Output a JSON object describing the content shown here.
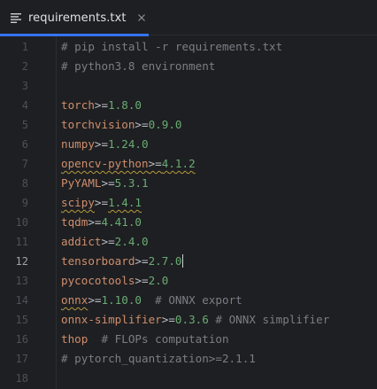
{
  "tab": {
    "title": "requirements.txt",
    "icon": "text-file-icon",
    "close_icon": "close-icon"
  },
  "colors": {
    "background": "#1e1f22",
    "accent": "#3574f0",
    "comment": "#7a7e85",
    "package": "#cf8e6d",
    "version": "#6aab73",
    "operator": "#bcbec4",
    "warning_underline": "#b59a3e"
  },
  "editor": {
    "current_line": 12,
    "lines": [
      {
        "n": "1",
        "tokens": [
          {
            "t": "comment",
            "v": "# pip install -r requirements.txt"
          }
        ]
      },
      {
        "n": "2",
        "tokens": [
          {
            "t": "comment",
            "v": "# python3.8 environment"
          }
        ]
      },
      {
        "n": "3",
        "tokens": []
      },
      {
        "n": "4",
        "tokens": [
          {
            "t": "pkg",
            "v": "torch"
          },
          {
            "t": "op",
            "v": ">="
          },
          {
            "t": "ver",
            "v": "1.8.0"
          }
        ]
      },
      {
        "n": "5",
        "tokens": [
          {
            "t": "pkg",
            "v": "torchvision"
          },
          {
            "t": "op",
            "v": ">="
          },
          {
            "t": "ver",
            "v": "0.9.0"
          }
        ]
      },
      {
        "n": "6",
        "tokens": [
          {
            "t": "pkg",
            "v": "numpy"
          },
          {
            "t": "op",
            "v": ">="
          },
          {
            "t": "ver",
            "v": "1.24.0"
          }
        ]
      },
      {
        "n": "7",
        "tokens": [
          {
            "t": "pkg",
            "v": "opencv-python",
            "warn": true
          },
          {
            "t": "op",
            "v": ">=",
            "warn": true
          },
          {
            "t": "ver",
            "v": "4.1.2",
            "warn": true
          }
        ]
      },
      {
        "n": "8",
        "tokens": [
          {
            "t": "pkg",
            "v": "PyYAML"
          },
          {
            "t": "op",
            "v": ">="
          },
          {
            "t": "ver",
            "v": "5.3.1"
          }
        ]
      },
      {
        "n": "9",
        "tokens": [
          {
            "t": "pkg",
            "v": "scipy",
            "warn": true
          },
          {
            "t": "op",
            "v": ">="
          },
          {
            "t": "ver",
            "v": "1.4.1",
            "warn": true
          }
        ]
      },
      {
        "n": "10",
        "tokens": [
          {
            "t": "pkg",
            "v": "tqdm"
          },
          {
            "t": "op",
            "v": ">="
          },
          {
            "t": "ver",
            "v": "4.41.0"
          }
        ]
      },
      {
        "n": "11",
        "tokens": [
          {
            "t": "pkg",
            "v": "addict"
          },
          {
            "t": "op",
            "v": ">="
          },
          {
            "t": "ver",
            "v": "2.4.0"
          }
        ]
      },
      {
        "n": "12",
        "tokens": [
          {
            "t": "pkg",
            "v": "tensorboard"
          },
          {
            "t": "op",
            "v": ">="
          },
          {
            "t": "ver",
            "v": "2.7.0"
          }
        ],
        "caret": true
      },
      {
        "n": "13",
        "tokens": [
          {
            "t": "pkg",
            "v": "pycocotools"
          },
          {
            "t": "op",
            "v": ">="
          },
          {
            "t": "ver",
            "v": "2.0"
          }
        ]
      },
      {
        "n": "14",
        "tokens": [
          {
            "t": "pkg",
            "v": "onnx",
            "warn": true
          },
          {
            "t": "op",
            "v": ">="
          },
          {
            "t": "ver",
            "v": "1.10.0"
          },
          {
            "t": "comment",
            "v": "  # ONNX export"
          }
        ]
      },
      {
        "n": "15",
        "tokens": [
          {
            "t": "pkg",
            "v": "onnx-simplifier"
          },
          {
            "t": "op",
            "v": ">="
          },
          {
            "t": "ver",
            "v": "0.3.6"
          },
          {
            "t": "comment",
            "v": " # ONNX simplifier"
          }
        ]
      },
      {
        "n": "16",
        "tokens": [
          {
            "t": "pkg",
            "v": "thop"
          },
          {
            "t": "comment",
            "v": "  # FLOPs computation"
          }
        ]
      },
      {
        "n": "17",
        "tokens": [
          {
            "t": "comment",
            "v": "# pytorch_quantization>=2.1.1"
          }
        ]
      },
      {
        "n": "18",
        "tokens": []
      }
    ]
  }
}
